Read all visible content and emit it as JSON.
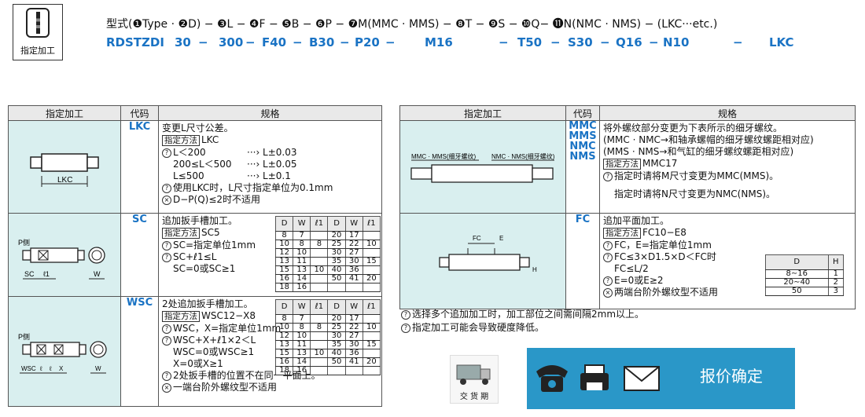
{
  "header": {
    "logo_label": "指定加工",
    "formula": "型式(❶Type · ❷D) − ❸L − ❹F − ❺B − ❻P − ❼M(MMC · MMS) − ❽T − ❾S − ❿Q− ⓫N(NMC · NMS)  − (LKC···etc.)",
    "codes": [
      "RDSTZDI",
      "30",
      "−",
      "300",
      "−",
      "F40",
      "−",
      "B30",
      "−",
      "P20",
      "−",
      "M16",
      "−",
      "T50",
      "−",
      "S30",
      "−",
      "Q16",
      "−",
      "N10",
      "−",
      "LKC"
    ]
  },
  "left_table": {
    "headers": [
      "指定加工",
      "代码",
      "规格"
    ],
    "rows": [
      {
        "code": "LKC",
        "img_label": "LKC",
        "lines": [
          "变更L尺寸公差。",
          "LKC",
          "L＜200",
          "···› L±0.03",
          "200≤L＜500",
          "···› L±0.05",
          "L≤500",
          "···› L±0.1",
          "使用LKC时，L尺寸指定单位为0.1mm",
          "D−P(Q)≤2时不适用"
        ]
      },
      {
        "code": "SC",
        "img_labels": [
          "P侧",
          "SC",
          "ℓ1",
          "W"
        ],
        "lines": [
          "追加扳手槽加工。",
          "SC5",
          "SC=指定单位1mm",
          "SC+ℓ1≤L",
          "SC=0或SC≥1"
        ],
        "mini_headers": [
          "D",
          "W",
          "ℓ1",
          "D",
          "W",
          "ℓ1"
        ],
        "mini_rows": [
          [
            "8",
            "7",
            "",
            "20",
            "17",
            ""
          ],
          [
            "10",
            "8",
            "8",
            "25",
            "22",
            "10"
          ],
          [
            "12",
            "10",
            "",
            "30",
            "27",
            ""
          ],
          [
            "13",
            "11",
            "",
            "35",
            "30",
            "15"
          ],
          [
            "15",
            "13",
            "10",
            "40",
            "36",
            ""
          ],
          [
            "16",
            "14",
            "",
            "50",
            "41",
            "20"
          ],
          [
            "18",
            "16",
            "",
            "",
            "",
            ""
          ]
        ]
      },
      {
        "code": "WSC",
        "img_labels": [
          "P侧",
          "WSC",
          "ℓ",
          "ℓ",
          "X",
          "W"
        ],
        "lines": [
          "2处追加扳手槽加工。",
          "WSC12−X8",
          "WSC，X=指定单位1mm",
          "WSC+X+ℓ1×2＜L",
          "WSC=0或WSC≥1",
          "X=0或X≥1",
          "2处扳手槽的位置不在同一平面上。",
          "一端台阶外螺纹型不适用"
        ]
      }
    ]
  },
  "right_table": {
    "headers": [
      "指定加工",
      "代码",
      "规格"
    ],
    "rows": [
      {
        "codes": [
          "MMC",
          "MMS",
          "NMC",
          "NMS"
        ],
        "img_labels": [
          "MMC · MMS(细牙螺纹)",
          "NMC · NMS(细牙螺纹)"
        ],
        "lines": [
          "将外螺纹部分变更为下表所示的细牙螺纹。",
          "(MMC · NMC→和轴承螺帽的细牙螺纹螺距相对应)",
          "(MMS · NMS→和气缸的细牙螺纹螺距相对应)",
          "MMC17",
          "指定时请将M尺寸变更为MMC(MMS)。",
          "指定时请将N尺寸变更为NMC(NMS)。"
        ]
      },
      {
        "code": "FC",
        "img_labels": [
          "FC",
          "E",
          "H"
        ],
        "lines": [
          "追加平面加工。",
          "FC10−E8",
          "FC，E=指定单位1mm",
          "FC≤3×D1.5×D＜FC时",
          "FC≤L/2",
          "E=0或E≥2",
          "两端台阶外螺纹型不适用"
        ],
        "mini_headers": [
          "D",
          "H"
        ],
        "mini_rows": [
          [
            "8∼16",
            "1"
          ],
          [
            "20∼40",
            "2"
          ],
          [
            "50",
            "3"
          ]
        ]
      }
    ]
  },
  "notes": [
    "选择多个追加加工时，加工部位之间需间隔2mm以上。",
    "指定加工可能会导致硬度降低。"
  ],
  "footer": {
    "delivery_label": "交 货 期",
    "quote_label": "报价确定"
  },
  "spec_method_tag": "指定方法",
  "colors": {
    "accent": "#1a73c4",
    "image_bg": "#d9efef",
    "footer_bg": "#2a97c8"
  }
}
